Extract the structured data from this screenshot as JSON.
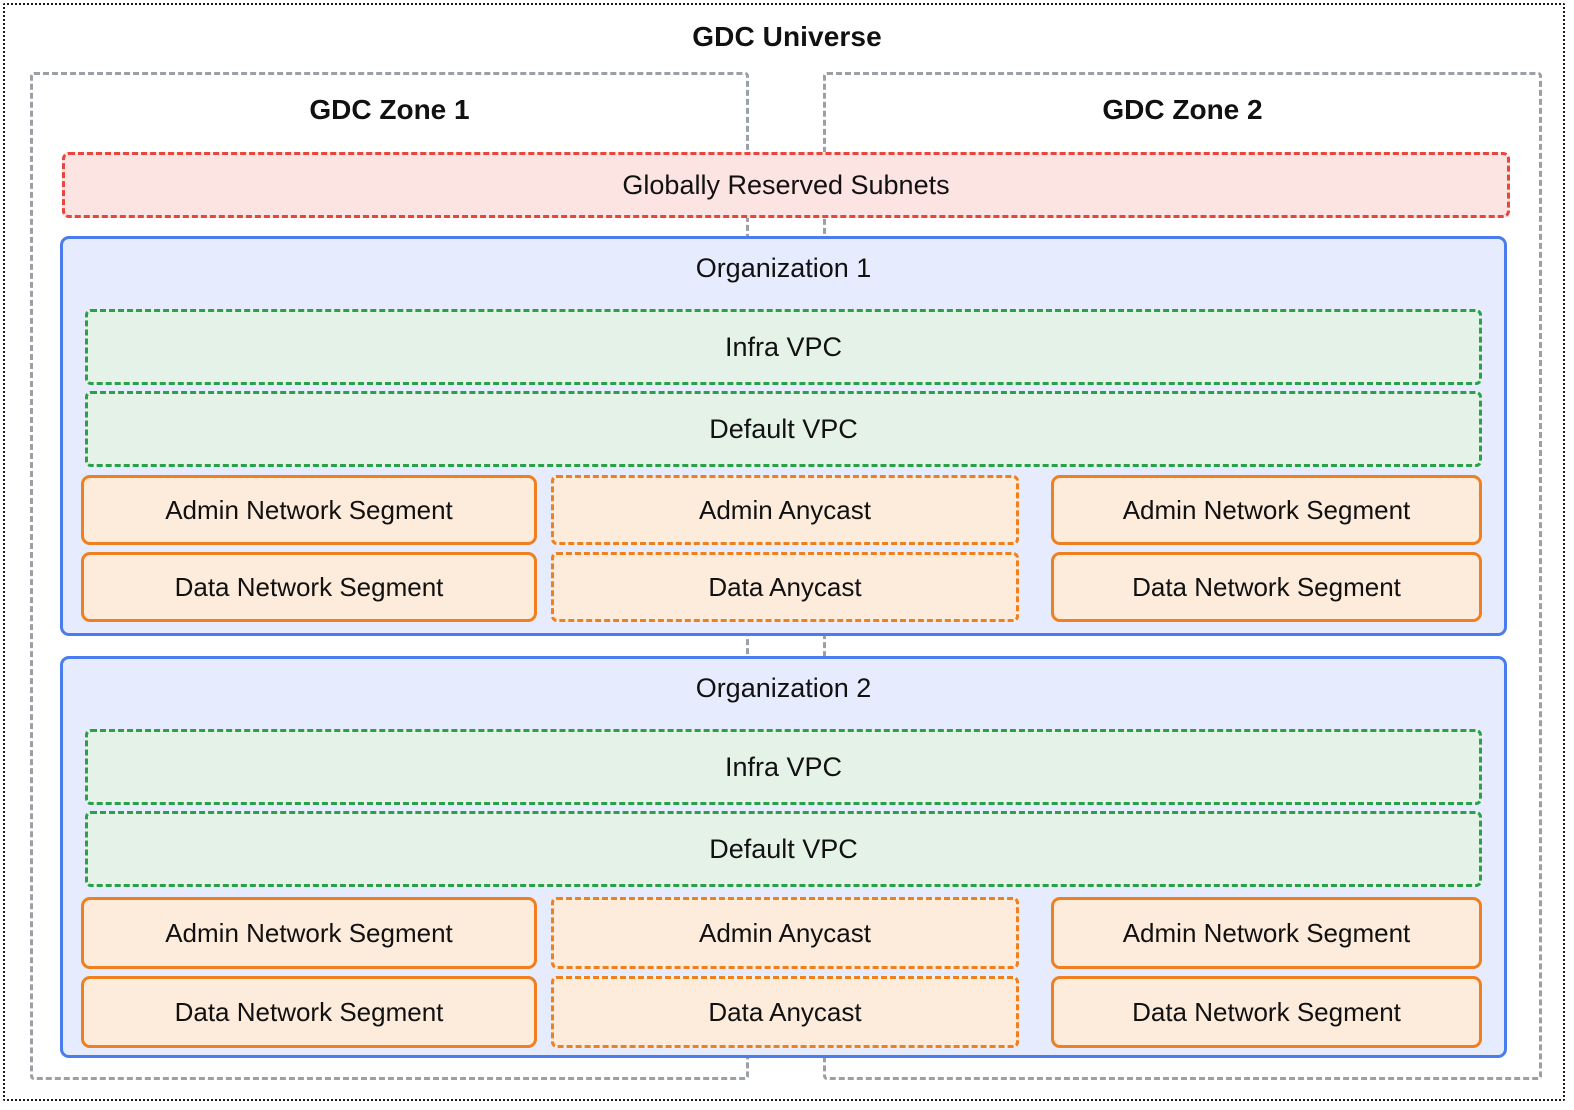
{
  "diagram": {
    "title": "GDC Universe",
    "zones": [
      {
        "title": "GDC Zone 1"
      },
      {
        "title": "GDC Zone 2"
      }
    ],
    "globally_reserved_subnets": {
      "label": "Globally Reserved Subnets"
    },
    "organizations": [
      {
        "title": "Organization 1",
        "vpcs": [
          {
            "label": "Infra VPC"
          },
          {
            "label": "Default VPC"
          }
        ],
        "rows": [
          {
            "left": "Admin Network Segment",
            "center": "Admin Anycast",
            "right": "Admin Network Segment"
          },
          {
            "left": "Data Network Segment",
            "center": "Data Anycast",
            "right": "Data Network Segment"
          }
        ]
      },
      {
        "title": "Organization 2",
        "vpcs": [
          {
            "label": "Infra VPC"
          },
          {
            "label": "Default VPC"
          }
        ],
        "rows": [
          {
            "left": "Admin Network Segment",
            "center": "Admin Anycast",
            "right": "Admin Network Segment"
          },
          {
            "left": "Data Network Segment",
            "center": "Data Anycast",
            "right": "Data Network Segment"
          }
        ]
      }
    ]
  },
  "colors": {
    "universe_border": "#1a1a1a",
    "zone_border": "#9aa0a6",
    "reserved_fill": "#fce4e2",
    "reserved_border": "#e8453c",
    "org_fill": "#e6ecfd",
    "org_border": "#4a7cf0",
    "vpc_fill": "#e4f2e8",
    "vpc_border": "#28a149",
    "segment_fill": "#fdebdc",
    "segment_border": "#ef7f1f",
    "text": "#111111"
  }
}
